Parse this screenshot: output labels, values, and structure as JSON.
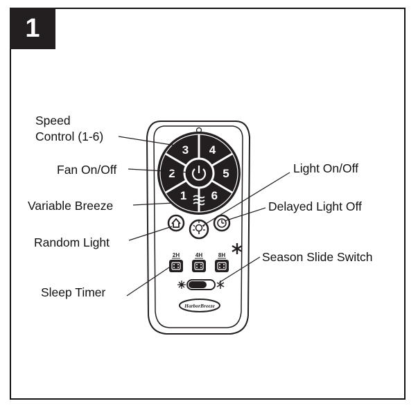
{
  "figure": {
    "step_number": "1"
  },
  "labels": {
    "speed_control_line1": "Speed",
    "speed_control_line2": "Control (1-6)",
    "fan_on_off": "Fan On/Off",
    "variable_breeze": "Variable Breeze",
    "random_light": "Random Light",
    "sleep_timer": "Sleep Timer",
    "light_on_off": "Light On/Off",
    "delayed_light_off": "Delayed Light Off",
    "season_slide_switch": "Season Slide Switch"
  },
  "remote": {
    "speed_buttons": [
      "1",
      "2",
      "3",
      "4",
      "5",
      "6"
    ],
    "timer_buttons": [
      "2H",
      "4H",
      "8H"
    ],
    "brand_logo": "HarborBreeze",
    "icons": [
      "power-icon",
      "breeze-icon",
      "home-icon",
      "bulb-icon",
      "clock-icon",
      "sun-icon",
      "snowflake-icon"
    ]
  },
  "colors": {
    "ink": "#231f20",
    "background": "#ffffff"
  }
}
